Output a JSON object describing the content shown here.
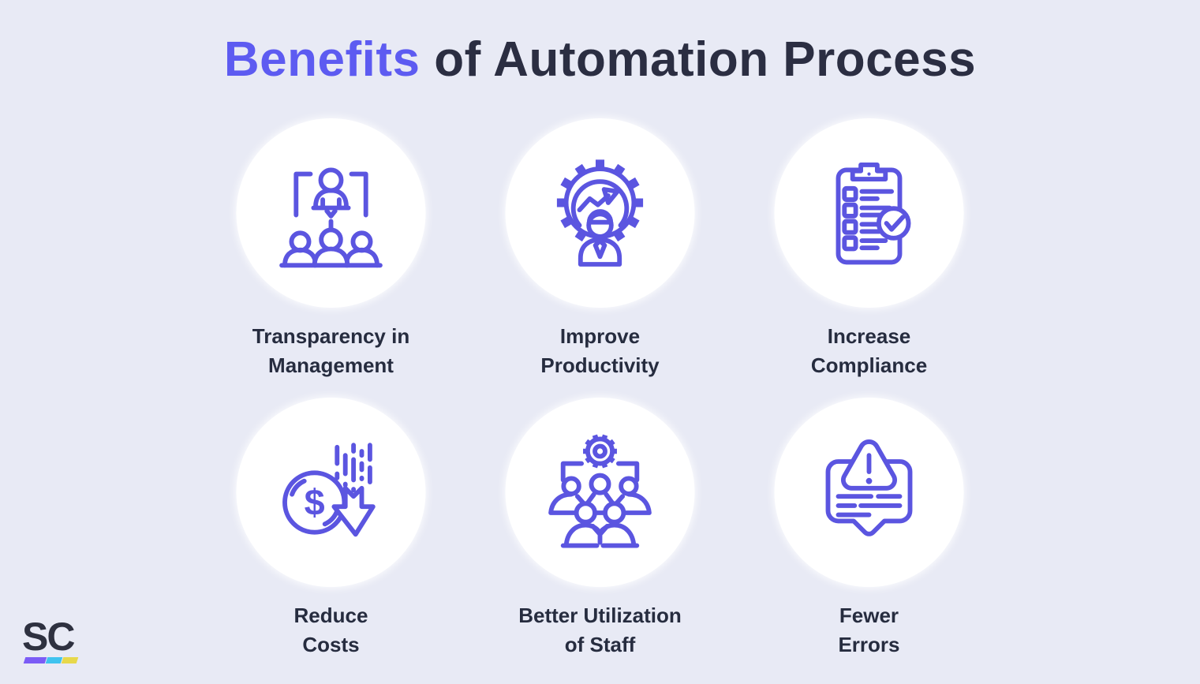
{
  "background_color": "#E8EAF5",
  "title": {
    "highlight": "Benefits",
    "rest": " of Automation Process",
    "highlight_color": "#5D5BF1",
    "text_color": "#2B2E42"
  },
  "style": {
    "icon_stroke_color": "#5B55E0",
    "circle_fill_color": "#FFFFFF",
    "label_color": "#262C3F"
  },
  "cards": [
    {
      "icon": "org-chart-icon",
      "label_line1": "Transparency in",
      "label_line2": "Management"
    },
    {
      "icon": "gear-person-icon",
      "label_line1": "Improve",
      "label_line2": "Productivity"
    },
    {
      "icon": "clipboard-check-icon",
      "label_line1": "Increase",
      "label_line2": "Compliance"
    },
    {
      "icon": "coin-down-arrow-icon",
      "label_line1": "Reduce",
      "label_line2": "Costs"
    },
    {
      "icon": "staff-network-icon",
      "label_line1": "Better Utilization",
      "label_line2": "of Staff"
    },
    {
      "icon": "alert-message-icon",
      "label_line1": "Fewer",
      "label_line2": "Errors"
    }
  ],
  "icon_dollar_glyph": "$",
  "logo": {
    "text": "SC",
    "underline_colors": [
      "#7B5CF6",
      "#3FC3EF",
      "#E7D84B"
    ]
  }
}
